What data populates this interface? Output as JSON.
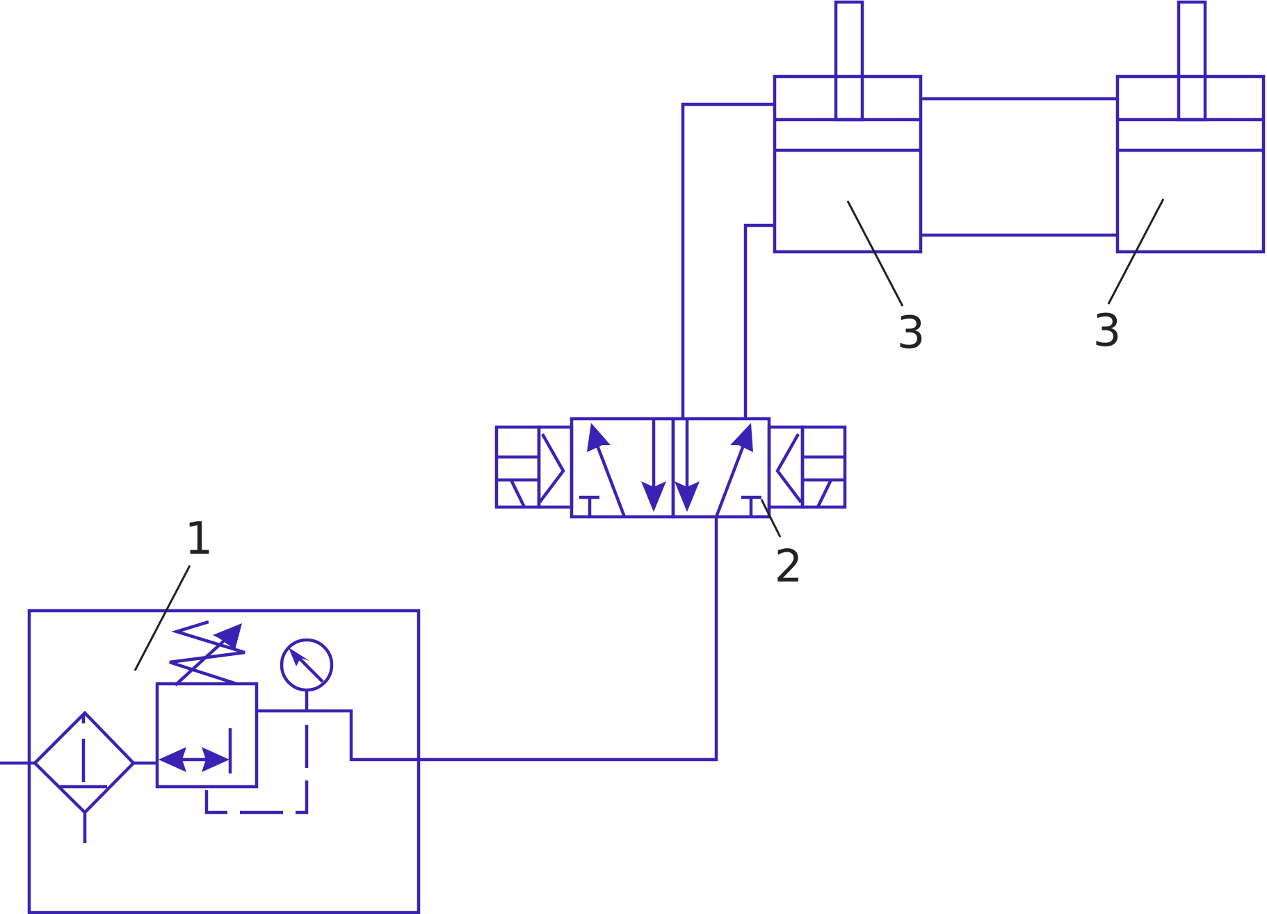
{
  "colors": {
    "line": "#3a22b4",
    "leader": "#222222",
    "background": "#ffffff"
  },
  "components": {
    "air_service_unit": {
      "label": "1"
    },
    "valve": {
      "label": "2"
    },
    "cylinder_left": {
      "label": "3"
    },
    "cylinder_right": {
      "label": "3"
    }
  }
}
